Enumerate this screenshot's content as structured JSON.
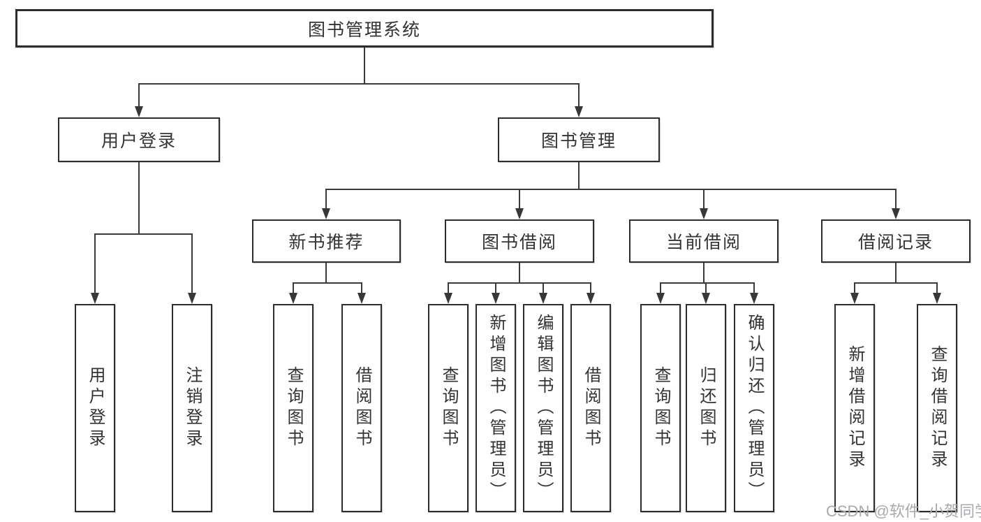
{
  "diagram": {
    "root": "图书管理系统",
    "branches": {
      "user_login": {
        "label": "用户登录",
        "children": [
          "用户登录",
          "注销登录"
        ]
      },
      "book_management": {
        "label": "图书管理",
        "sections": {
          "new_books": {
            "label": "新书推荐",
            "children": [
              "查询图书",
              "借阅图书"
            ]
          },
          "borrowing": {
            "label": "图书借阅",
            "children": [
              "查询图书",
              "新增图书（管理员）",
              "编辑图书（管理员）",
              "借阅图书"
            ]
          },
          "current": {
            "label": "当前借阅",
            "children": [
              "查询图书",
              "归还图书",
              "确认归还（管理员）"
            ]
          },
          "records": {
            "label": "借阅记录",
            "children": [
              "新增借阅记录",
              "查询借阅记录"
            ]
          }
        }
      }
    }
  },
  "watermark": "CSDN @软件_小贺同学",
  "colors": {
    "line": "#3a3a3a",
    "box_border": "#2d2d2d",
    "text": "#333333",
    "watermark": "#a9a9ae",
    "background": "#ffffff"
  }
}
